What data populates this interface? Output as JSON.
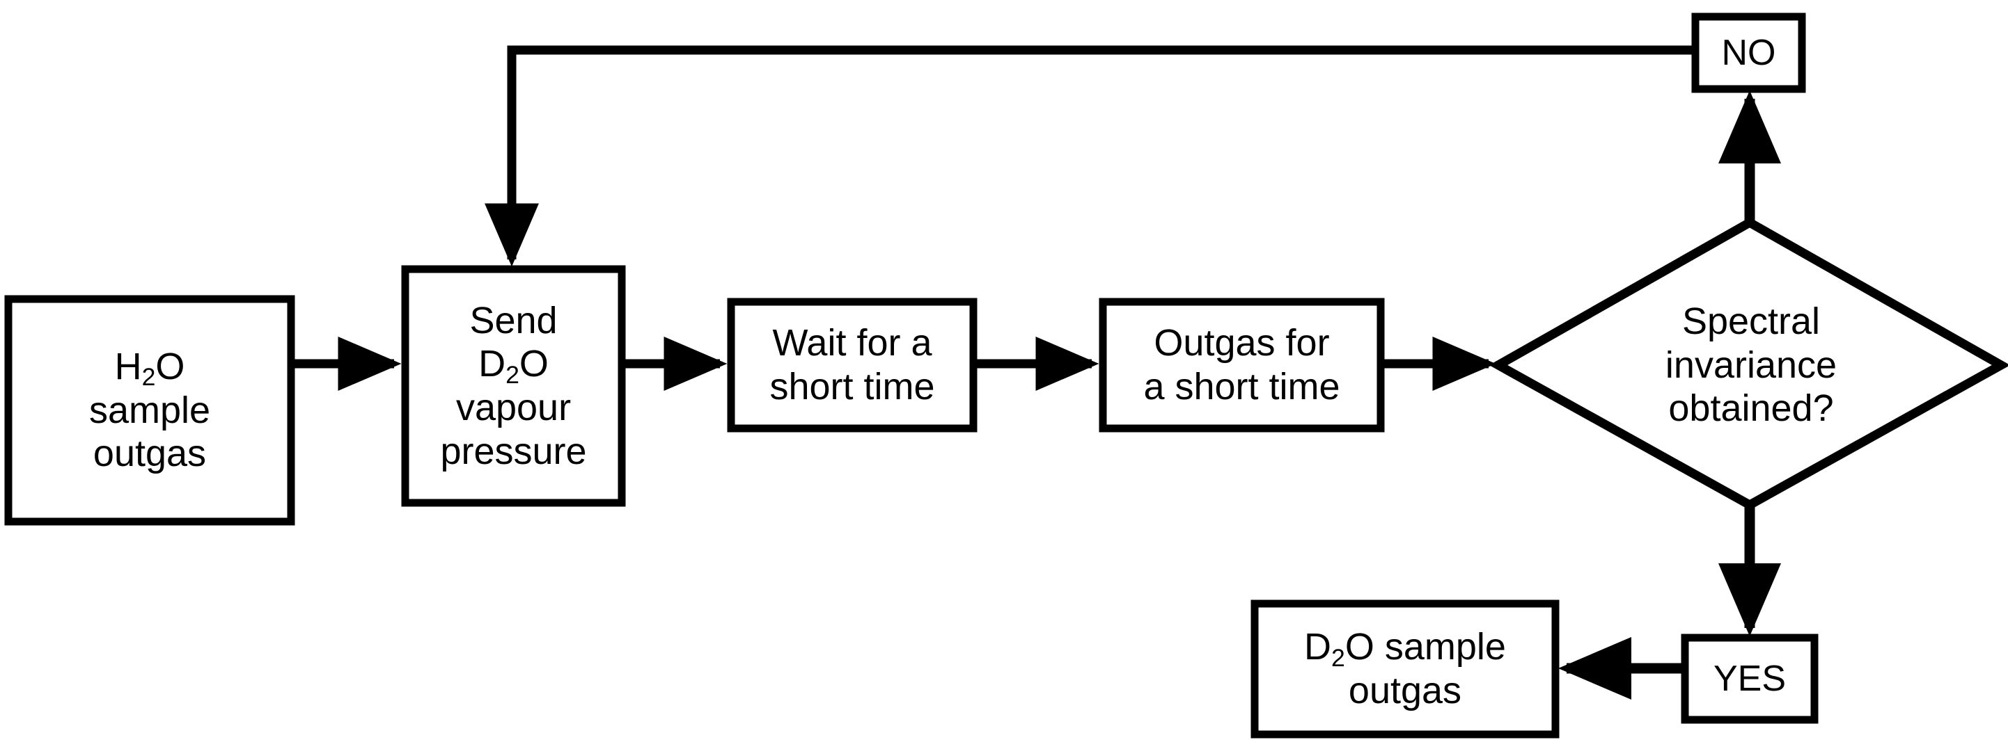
{
  "diagram": {
    "title": "Deuterium exchange sample preparation flowchart",
    "background_color": "#ffffff",
    "stroke_color": "#000000",
    "nodes": [
      {
        "id": "h2o-outgas",
        "shape": "rectangle",
        "lines": [
          "H2O",
          "sample",
          "outgas"
        ],
        "text": "H₂O\nsample\noutgas"
      },
      {
        "id": "send-d2o",
        "shape": "rectangle",
        "lines": [
          "Send",
          "D2O",
          "vapour",
          "pressure"
        ],
        "text": "Send\nD₂O\nvapour\npressure"
      },
      {
        "id": "wait",
        "shape": "rectangle",
        "lines": [
          "Wait for a",
          "short time"
        ],
        "text": "Wait for a\nshort time"
      },
      {
        "id": "outgas-short",
        "shape": "rectangle",
        "lines": [
          "Outgas for",
          "a short time"
        ],
        "text": "Outgas for\na short time"
      },
      {
        "id": "decision",
        "shape": "diamond",
        "lines": [
          "Spectral",
          "invariance",
          "obtained?"
        ],
        "text": "Spectral\ninvariance\nobtained?"
      },
      {
        "id": "no-branch",
        "shape": "rectangle",
        "lines": [
          "NO"
        ],
        "text": "NO"
      },
      {
        "id": "yes-branch",
        "shape": "rectangle",
        "lines": [
          "YES"
        ],
        "text": "YES"
      },
      {
        "id": "d2o-outgas",
        "shape": "rectangle",
        "lines": [
          "D2O sample",
          "outgas"
        ],
        "text": "D₂O sample\noutgas"
      }
    ],
    "edges": [
      {
        "id": "e1",
        "from": "h2o-outgas",
        "to": "send-d2o",
        "label": ""
      },
      {
        "id": "e2",
        "from": "send-d2o",
        "to": "wait",
        "label": ""
      },
      {
        "id": "e3",
        "from": "wait",
        "to": "outgas-short",
        "label": ""
      },
      {
        "id": "e4",
        "from": "outgas-short",
        "to": "decision",
        "label": ""
      },
      {
        "id": "e5",
        "from": "decision",
        "to": "no-branch",
        "label": ""
      },
      {
        "id": "e6",
        "from": "no-branch",
        "to": "send-d2o",
        "label": ""
      },
      {
        "id": "e7",
        "from": "decision",
        "to": "yes-branch",
        "label": ""
      },
      {
        "id": "e8",
        "from": "yes-branch",
        "to": "d2o-outgas",
        "label": ""
      }
    ]
  }
}
